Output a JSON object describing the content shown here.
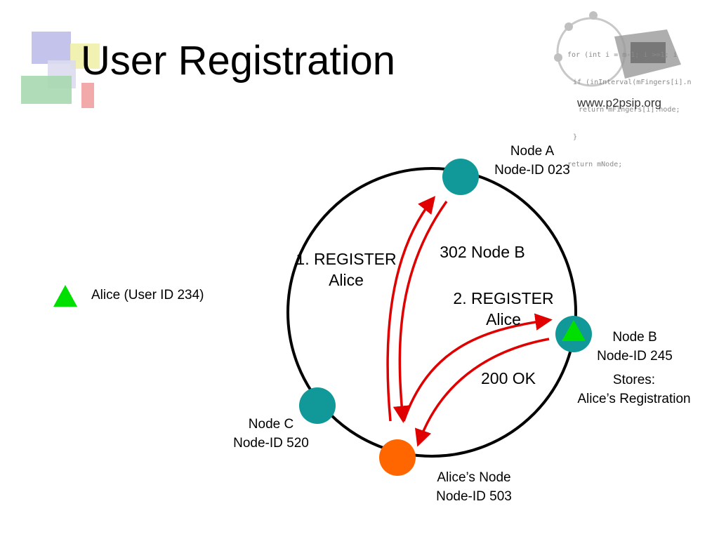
{
  "title": "User Registration",
  "website": "www.p2psip.org",
  "legend": {
    "text": "Alice (User ID 234)",
    "icon": "green-triangle",
    "color": "#00e000"
  },
  "nodes": {
    "node_a": {
      "name": "Node A",
      "id": "Node-ID 023",
      "color": "#119999"
    },
    "node_b": {
      "name": "Node B",
      "id": "Node-ID 245",
      "color": "#119999",
      "stores_label": "Stores:",
      "stores_value": "Alice’s Registration"
    },
    "node_c": {
      "name": "Node C",
      "id": "Node-ID 520",
      "color": "#119999"
    },
    "alice_node": {
      "name": "Alice’s Node",
      "id": "Node-ID 503",
      "color": "#ff6600"
    }
  },
  "messages": {
    "register_1_line1": "1.   REGISTER",
    "register_1_line2": "Alice",
    "reply_302": "302 Node B",
    "register_2_line1": "2. REGISTER",
    "register_2_line2": "Alice",
    "reply_200": "200 OK"
  },
  "code_snippet": [
    "for (int i = m-1; i >=1; i",
    "if (inInterval(mFingers[i].n",
    "return mFingers[i].node;",
    "}",
    "return mNode;"
  ],
  "colors": {
    "arrow": "#e00000",
    "ring": "#000000"
  }
}
